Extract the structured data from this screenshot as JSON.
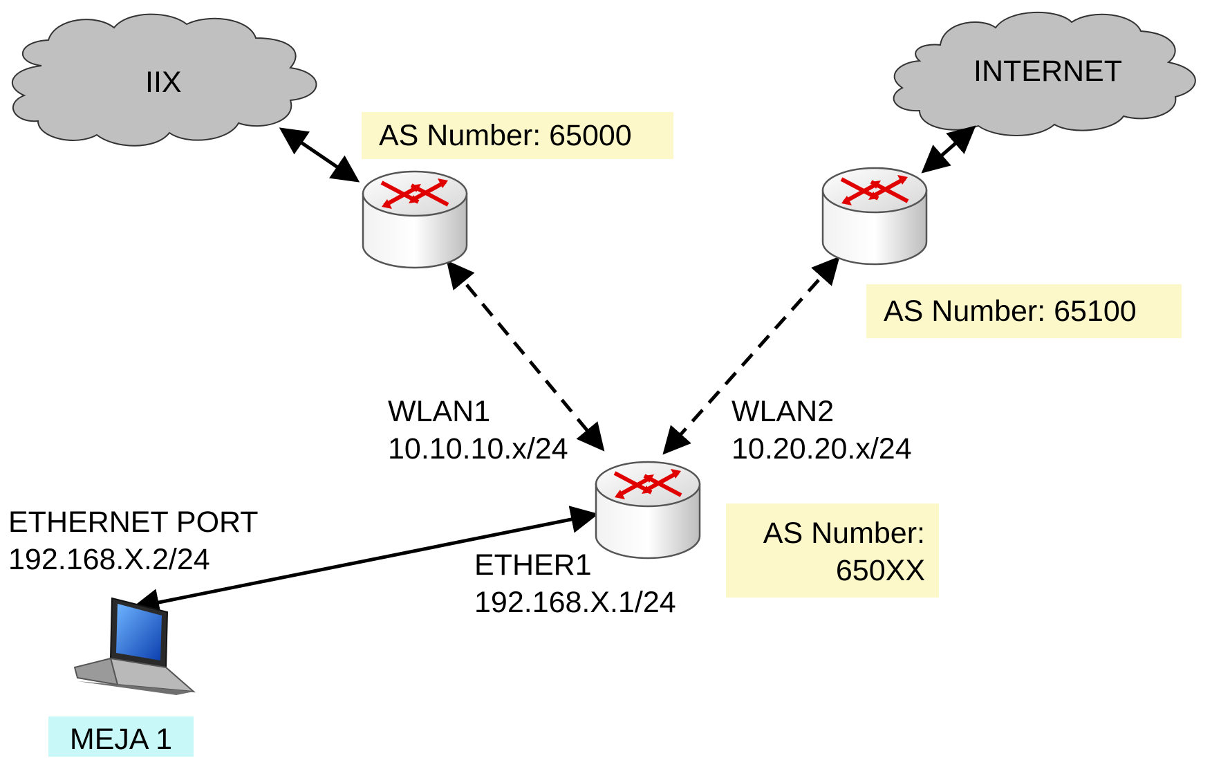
{
  "clouds": {
    "iix": {
      "label": "IIX"
    },
    "internet": {
      "label": "INTERNET"
    }
  },
  "as_labels": {
    "iix_router": "AS Number: 65000",
    "internet_router": "AS Number: 65100",
    "center_router_line1": "AS Number:",
    "center_router_line2": "650XX"
  },
  "interfaces": {
    "wlan1_name": "WLAN1",
    "wlan1_ip": "10.10.10.x/24",
    "wlan2_name": "WLAN2",
    "wlan2_ip": "10.20.20.x/24",
    "ether1_name": "ETHER1",
    "ether1_ip": "192.168.X.1/24",
    "laptop_port_name": "ETHERNET PORT",
    "laptop_port_ip": "192.168.X.2/24"
  },
  "laptop": {
    "label": "MEJA 1"
  },
  "colors": {
    "cloud_fill": "#c0c0c0",
    "as_box": "#fdf8c9",
    "meja_box": "#c8f8f8",
    "router_arrow": "#e00000",
    "laptop_screen": "#1c5fd6"
  },
  "icons": [
    "cloud-icon",
    "router-icon",
    "laptop-icon"
  ]
}
